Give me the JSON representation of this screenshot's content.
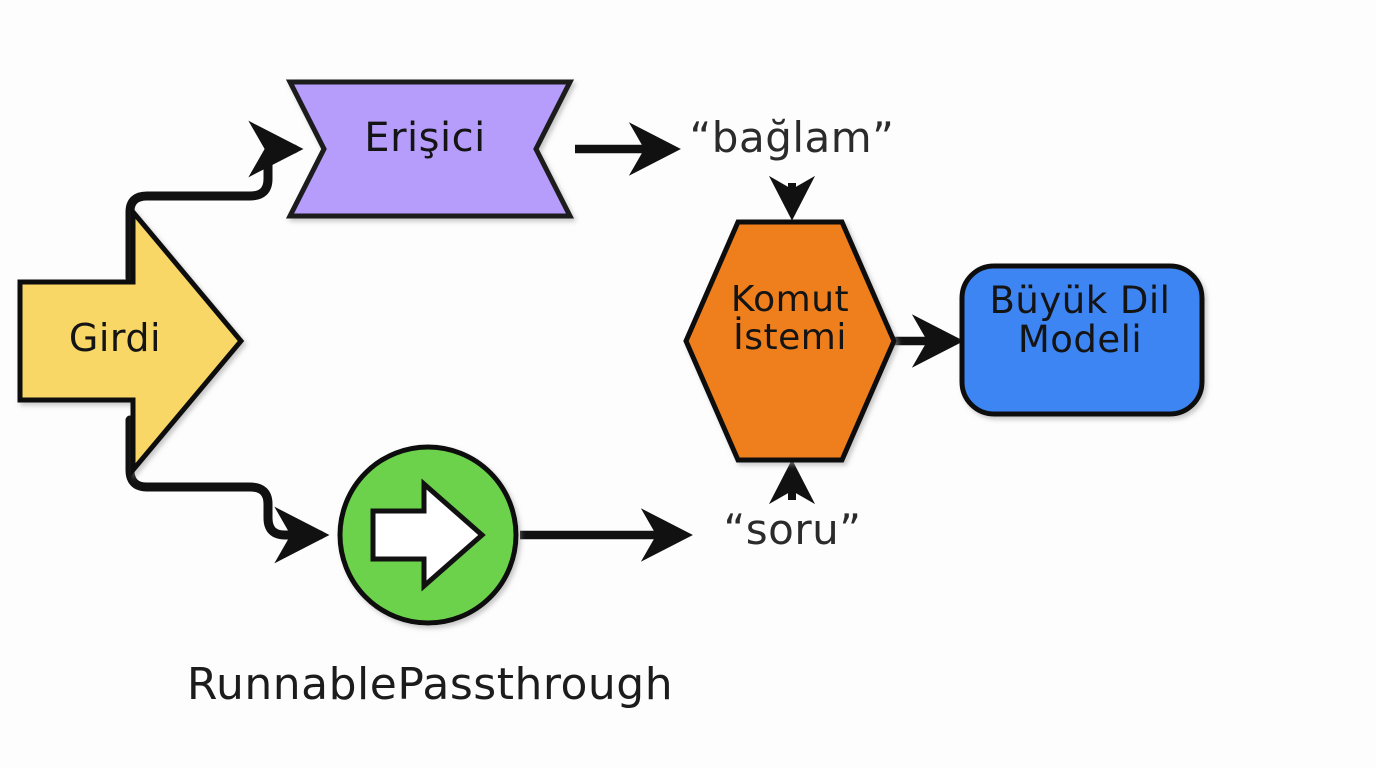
{
  "diagram": {
    "title": "RunnablePassthrough RAG chain diagram",
    "language": "tr",
    "background_color": "#fdfdfd",
    "stroke_color": "#111111",
    "nodes": [
      {
        "id": "input",
        "name": "girdi-node",
        "label": "Girdi",
        "shape": "right-arrow",
        "fill": "#F8D766",
        "stroke": "#111111"
      },
      {
        "id": "retriever",
        "name": "erisici-node",
        "label": "Erişici",
        "shape": "ribbon-chevron",
        "fill": "#B69DFC",
        "stroke": "#1a1a1a"
      },
      {
        "id": "passthrough",
        "name": "runnable-passthrough-node",
        "label": "RunnablePassthrough",
        "shape": "circle-with-arrow",
        "fill": "#6CD24B",
        "stroke": "#111111",
        "inner_icon": "right-arrow-outline-icon"
      },
      {
        "id": "prompt",
        "name": "komut-istemi-node",
        "label": "Komut\nİstemi",
        "shape": "hexagon",
        "fill": "#EF7F1A",
        "stroke": "#111111"
      },
      {
        "id": "llm",
        "name": "buyuk-dil-modeli-node",
        "label": "Büyük Dil\nModeli",
        "shape": "rounded-rectangle",
        "fill": "#3E85F2",
        "stroke": "#111111"
      }
    ],
    "edge_labels": [
      {
        "id": "context",
        "name": "baglam-edge-label",
        "text": "“bağlam”"
      },
      {
        "id": "question",
        "name": "soru-edge-label",
        "text": "“soru”"
      }
    ],
    "edges": [
      {
        "from": "input",
        "to": "retriever",
        "name": "edge-girdi-to-erisici",
        "style": "elbow-curved-arrow"
      },
      {
        "from": "input",
        "to": "passthrough",
        "name": "edge-girdi-to-passthrough",
        "style": "elbow-curved-arrow"
      },
      {
        "from": "retriever",
        "to": "context",
        "name": "edge-erisici-to-baglam",
        "style": "straight-arrow"
      },
      {
        "from": "context",
        "to": "prompt",
        "name": "edge-baglam-to-komut-istemi",
        "style": "straight-arrow-down"
      },
      {
        "from": "passthrough",
        "to": "question",
        "name": "edge-passthrough-to-soru",
        "style": "straight-arrow"
      },
      {
        "from": "question",
        "to": "prompt",
        "name": "edge-soru-to-komut-istemi",
        "style": "straight-arrow-up"
      },
      {
        "from": "prompt",
        "to": "llm",
        "name": "edge-komut-istemi-to-llm",
        "style": "straight-arrow"
      }
    ]
  }
}
